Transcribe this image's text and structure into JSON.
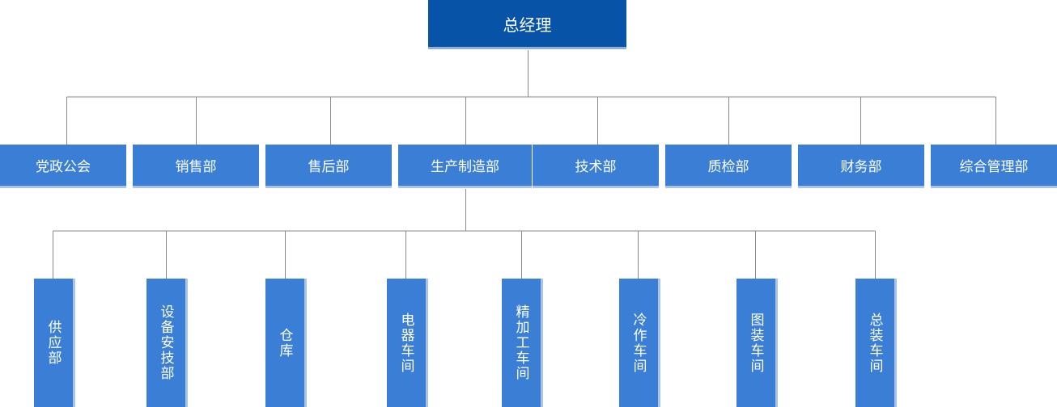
{
  "root": {
    "label": "总经理"
  },
  "departments": [
    {
      "label": "党政公会"
    },
    {
      "label": "销售部"
    },
    {
      "label": "售后部"
    },
    {
      "label": "生产制造部"
    },
    {
      "label": "技术部"
    },
    {
      "label": "质检部"
    },
    {
      "label": "财务部"
    },
    {
      "label": "综合管理部"
    }
  ],
  "sub_units": [
    {
      "label": "供应部"
    },
    {
      "label": "设备安技部"
    },
    {
      "label": "仓库"
    },
    {
      "label": "电器车间"
    },
    {
      "label": "精加工车间"
    },
    {
      "label": "冷作车间"
    },
    {
      "label": "图装车间"
    },
    {
      "label": "总装车间"
    }
  ],
  "colors": {
    "root": "#0753a8",
    "box": "#3a7fd5",
    "line": "#8a8a8a"
  }
}
